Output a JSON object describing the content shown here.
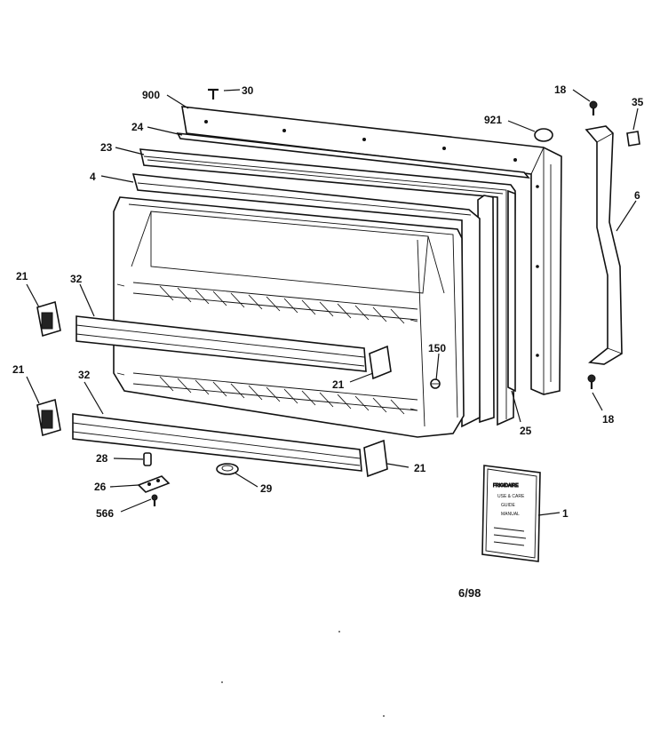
{
  "labels": {
    "p900": "900",
    "p30": "30",
    "p18_top": "18",
    "p35": "35",
    "p921": "921",
    "p24": "24",
    "p23": "23",
    "p4": "4",
    "p6": "6",
    "p21_left_top": "21",
    "p32_top": "32",
    "p21_left_bottom": "21",
    "p32_bottom": "32",
    "p150": "150",
    "p21_inner": "21",
    "p18_bottom": "18",
    "p25": "25",
    "p28": "28",
    "p26": "26",
    "p566": "566",
    "p29": "29",
    "p21_right": "21",
    "p1": "1"
  },
  "booklet_text": {
    "line1": "FRIGIDAIRE",
    "line2": "USE & CARE",
    "line3": "GUIDE",
    "line4": "MANUAL"
  },
  "revision_date": "6/98"
}
